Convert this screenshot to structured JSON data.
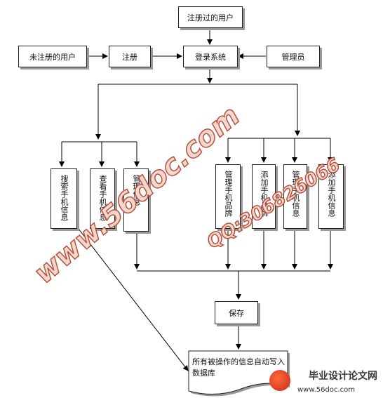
{
  "nodes": {
    "registered_user": "注册过的用户",
    "unregistered_user": "未注册的用户",
    "register": "注册",
    "login_system": "登录系统",
    "administrator": "管理员",
    "search_phone_info": "搜索手机信息",
    "view_phone_info": "查看手机信息",
    "manage_info": "管理信息",
    "manage_phone_brand": "管理手机品牌",
    "add_phone_brand": "添加手机品牌",
    "manage_phone_info": "管理手机信息",
    "add_phone_info": "添加手机信息",
    "save": "保存",
    "database_note": "所有被操作的信息自动写入数据库"
  },
  "watermarks": {
    "site": "www.56doc.com",
    "qq": "QQ:306826066"
  },
  "logo": {
    "text": "毕业设计论文网",
    "url": "www.56doc.com"
  },
  "colors": {
    "line": "#000000",
    "box_border": "#222222",
    "shadow": "#999999",
    "watermark_fill": "#f3d7ce",
    "watermark_stroke": "#b8503c"
  }
}
